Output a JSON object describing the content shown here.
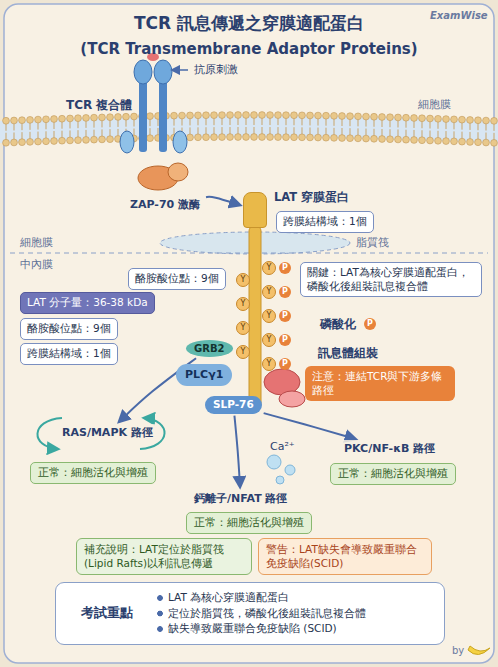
{
  "diagram": {
    "title": "TCR 訊息傳遞之穿膜適配蛋白",
    "nodes": [
      {
        "text": [
          "ZAP-70 激酶"
        ]
      },
      {
        "text": [
          "LAT 穿膜蛋白"
        ]
      },
      {
        "text": [
          "跨膜結構域：1個"
        ]
      },
      {
        "text": [
          "酪胺酸位點：9個"
        ]
      },
      {
        "text": [
          "關鍵：LAT為核心穿膜適配蛋白，磷酸化後組裝訊息複合體"
        ]
      },
      {
        "text": [
          "LAT 分子量：36-38 kDa"
        ]
      },
      {
        "text": [
          "酪胺酸位點：9個"
        ]
      },
      {
        "text": [
          "跨膜結構域：1個"
        ]
      },
      {
        "text": [
          "GRB2"
        ]
      },
      {
        "text": [
          "PLCγ1"
        ]
      },
      {
        "text": [
          "SLP-76"
        ]
      },
      {
        "text": [
          "注意：連結TCR與下游多條路徑"
        ]
      },
      {
        "text": [
          "RAS/MAPK 路徑"
        ]
      },
      {
        "text": [
          "正常：細胞活化與增殖"
        ]
      },
      {
        "text": [
          "鈣離子/NFAT 路徑"
        ]
      },
      {
        "text": [
          "正常：細胞活化與增殖"
        ]
      },
      {
        "text": [
          "PKC/NF-κB 路徑"
        ]
      },
      {
        "text": [
          "正常：細胞活化與增殖"
        ]
      },
      {
        "text": [
          "補充說明：LAT定位於脂質筏(Lipid Rafts)以利訊息傳遞"
        ]
      },
      {
        "text": [
          "警告：LAT缺失會導致嚴重聯合免疫缺陷(SCID)"
        ]
      },
      {
        "text": [
          "考試重點",
          "LAT 為核心穿膜適配蛋白",
          "定位於脂質筏，磷酸化後組裝訊息複合體",
          "缺失導致嚴重聯合免疫缺陷 (SCID)"
        ]
      }
    ],
    "edges": [
      {
        "from": 0,
        "to": 1,
        "arrow": "to"
      },
      {
        "from": 8,
        "to": 12,
        "arrow": "to"
      },
      {
        "from": 10,
        "to": 14,
        "arrow": "to"
      },
      {
        "from": 10,
        "to": 16,
        "arrow": "to"
      }
    ],
    "labels": [
      "(TCR Transmembrane Adaptor Proteins)",
      "ExamWise",
      "抗原刺激",
      "TCR 複合體",
      "細胞膜",
      "脂質筏",
      "細胞膜",
      "中內膜",
      "Y",
      "Y",
      "Y",
      "Y",
      "Y",
      "Y",
      "Y",
      "Y",
      "Y",
      "P",
      "P",
      "P",
      "P",
      "P",
      "磷酸化",
      "P",
      "訊息體組裝",
      "Ca²⁺",
      "by"
    ]
  }
}
